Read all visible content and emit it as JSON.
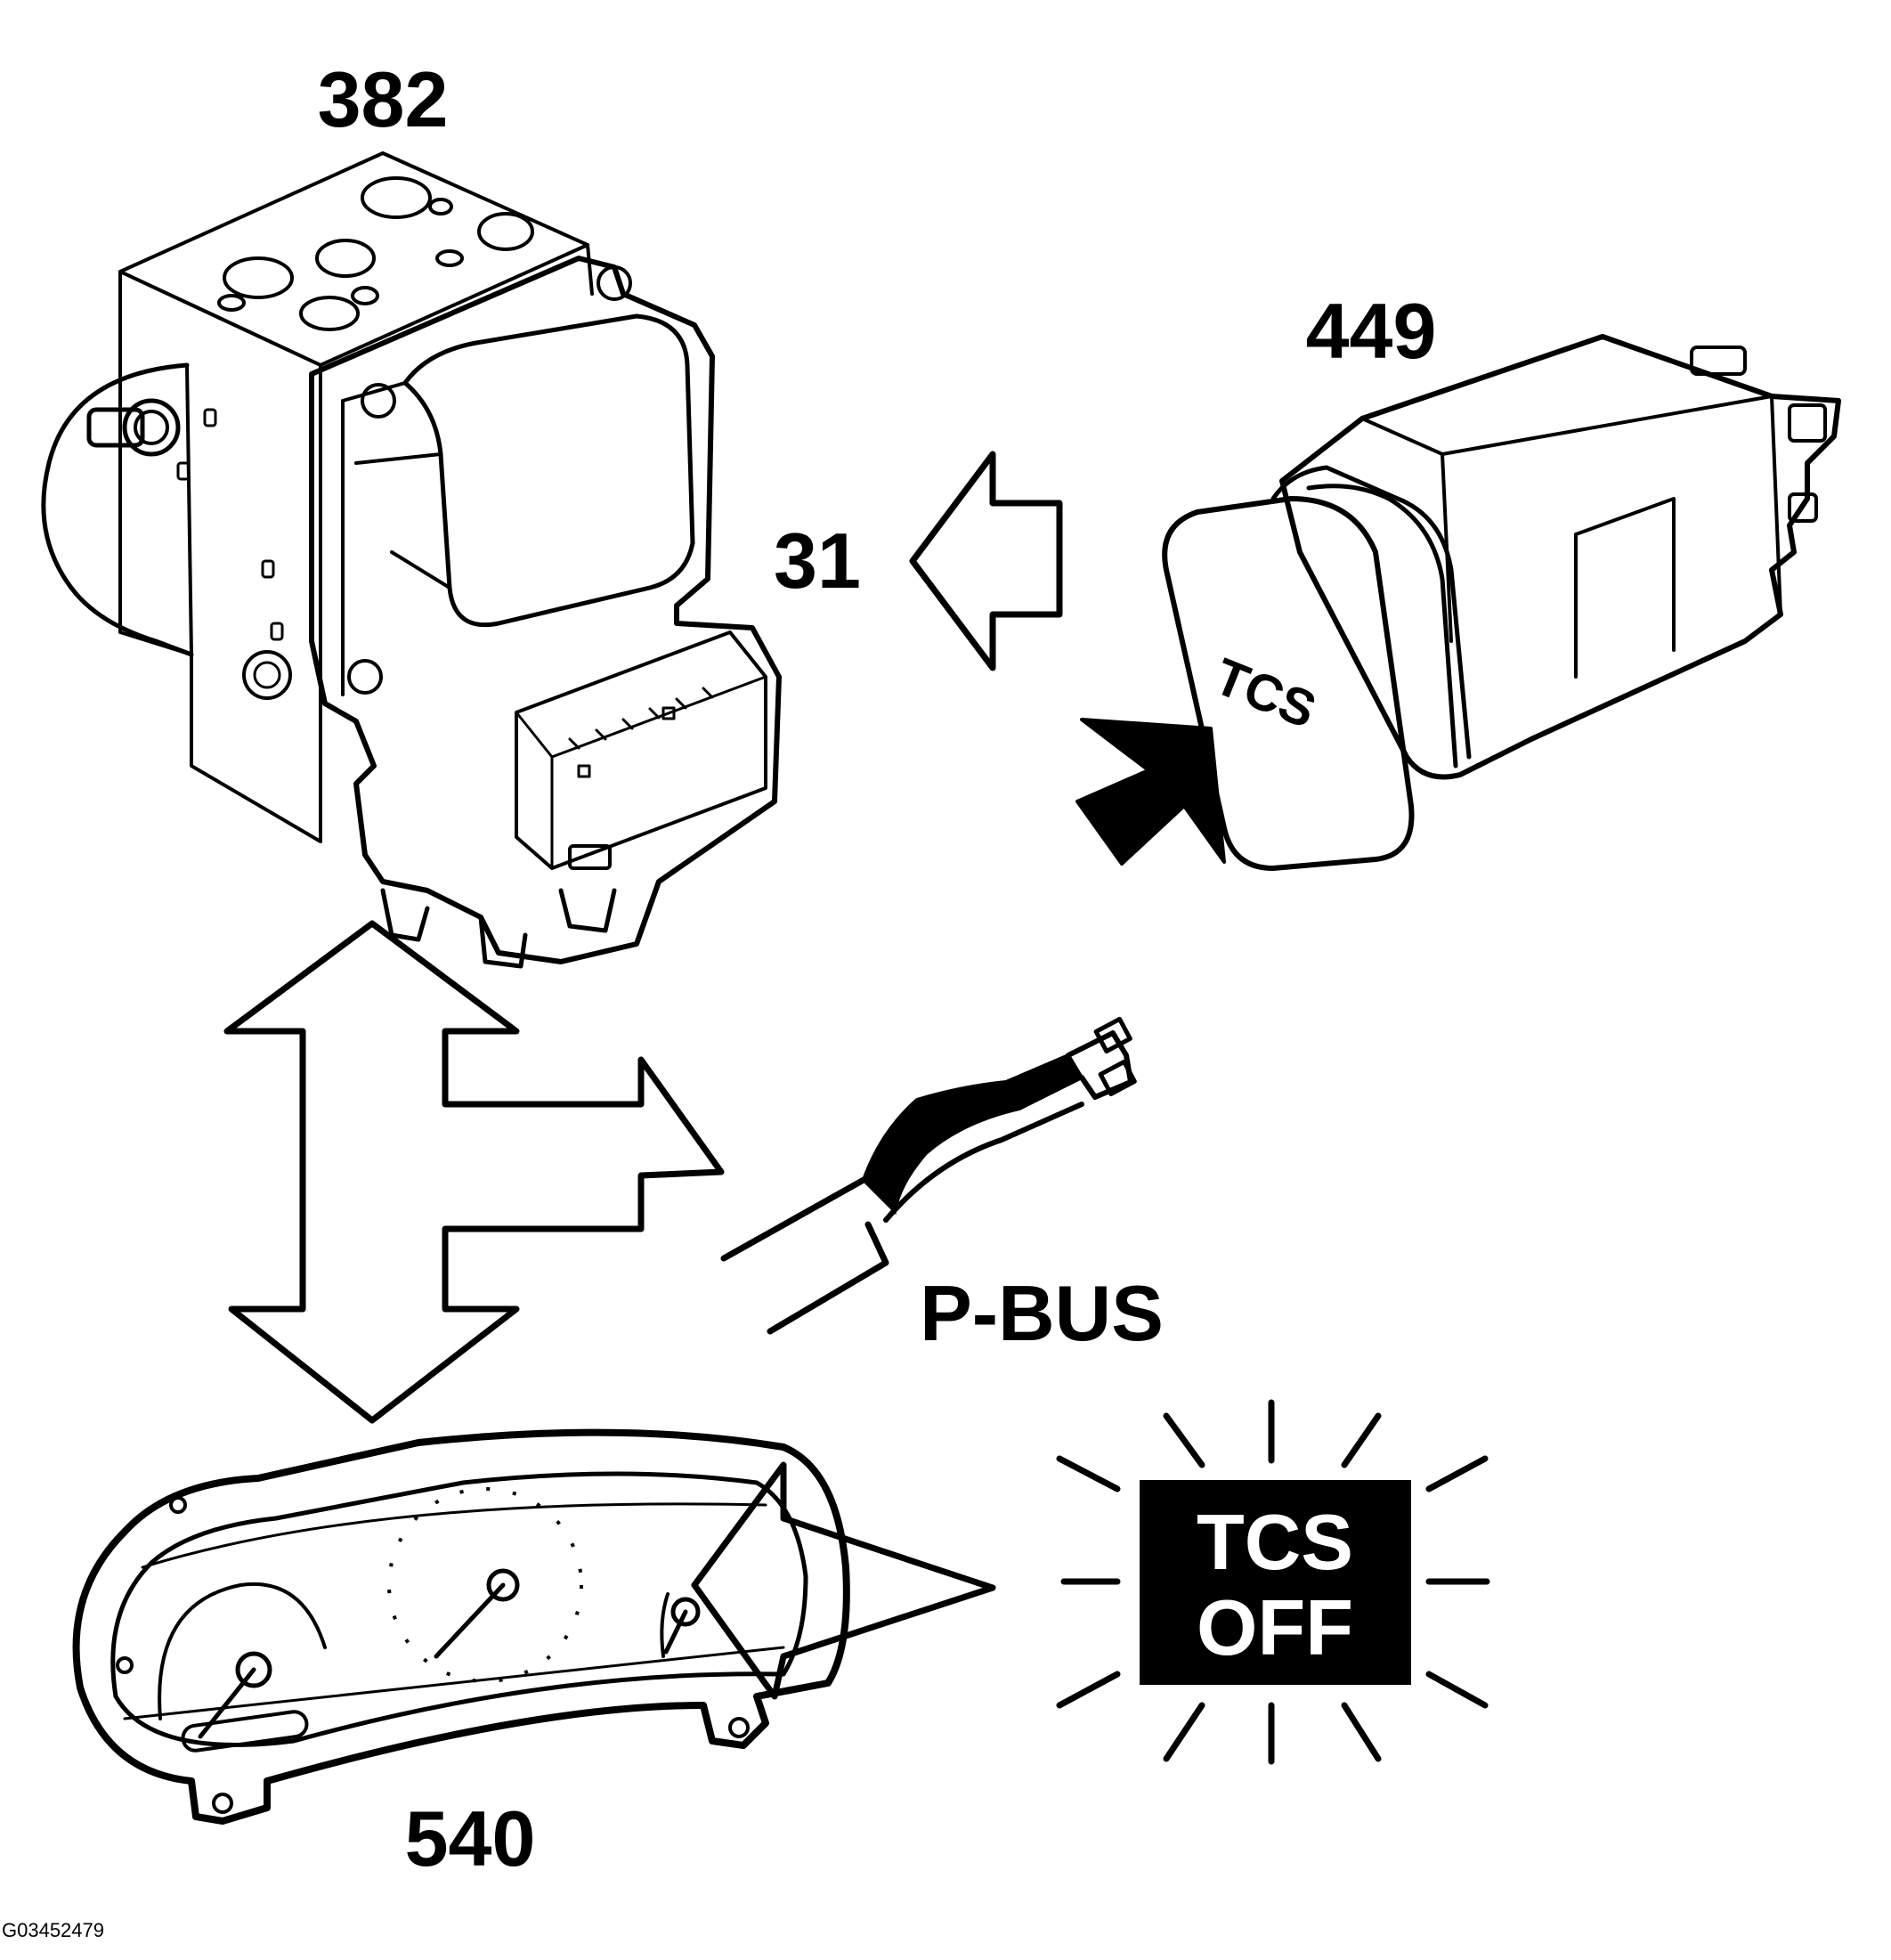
{
  "labels": {
    "abs_module": "382",
    "signal": "31",
    "tcs_switch": "449",
    "instrument_cluster": "540",
    "bus": "P-BUS",
    "figure_id": "G03452479"
  },
  "switch_text": "TCS",
  "warning_lamp": {
    "line1": "TCS",
    "line2": "OFF"
  },
  "colors": {
    "ink": "#000000",
    "paper": "#ffffff"
  }
}
